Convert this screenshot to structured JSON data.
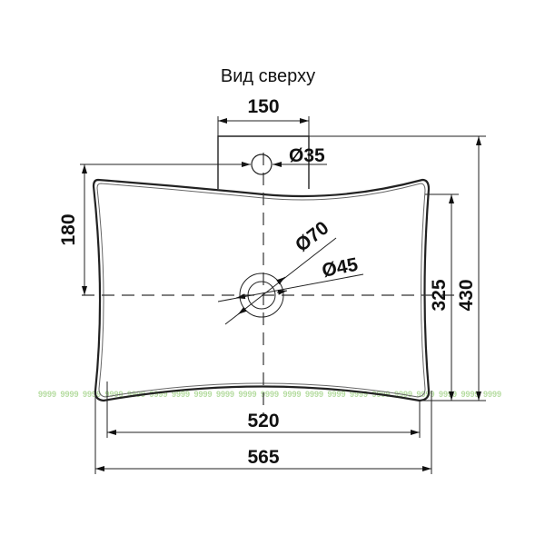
{
  "title": "Вид сверху",
  "dimensions": {
    "deck_width": "150",
    "tap_hole": "Ø35",
    "drain_outer": "Ø70",
    "drain_inner": "Ø45",
    "tap_to_center": "180",
    "bowl_depth": "325",
    "total_depth": "430",
    "inner_width": "520",
    "total_width": "565"
  },
  "watermark": "9999"
}
